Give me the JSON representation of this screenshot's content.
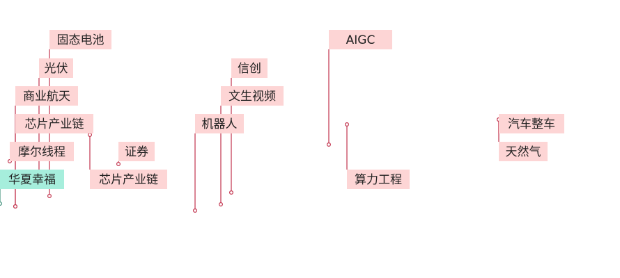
{
  "chart_data": {
    "type": "scatter",
    "title": "",
    "xlabel": "",
    "ylabel": "",
    "grid": false,
    "legend": "none",
    "colors": {
      "red_line": "#c2334d",
      "red_label_bg": "#fdd5d5",
      "green_line": "#3f8f7a",
      "green_label_bg": "#a6eedc",
      "label_text": "#222222"
    },
    "points": [
      {
        "label": "固态电池",
        "color": "red"
      },
      {
        "label": "光伏",
        "color": "red"
      },
      {
        "label": "商业航天",
        "color": "red"
      },
      {
        "label": "芯片产业链",
        "color": "red"
      },
      {
        "label": "摩尔线程",
        "color": "red"
      },
      {
        "label": "华夏幸福",
        "color": "green"
      },
      {
        "label": "证券",
        "color": "red"
      },
      {
        "label": "芯片产业链",
        "color": "red"
      },
      {
        "label": "信创",
        "color": "red"
      },
      {
        "label": "文生视频",
        "color": "red"
      },
      {
        "label": "机器人",
        "color": "red"
      },
      {
        "label": "AIGC",
        "color": "red"
      },
      {
        "label": "算力工程",
        "color": "red"
      },
      {
        "label": "汽车整车",
        "color": "red"
      },
      {
        "label": "天然气",
        "color": "red"
      }
    ]
  }
}
